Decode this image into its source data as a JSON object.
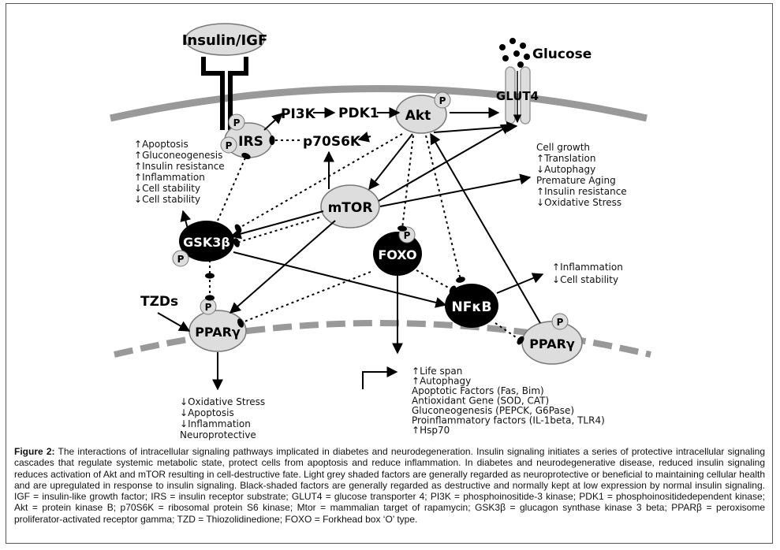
{
  "nodes": {
    "insulin": "Insulin/IGF",
    "glucose": "Glucose",
    "glut4": "GLUT4",
    "pi3k": "PI3K",
    "pdk1": "PDK1",
    "akt": "Akt",
    "p": "P",
    "irs": "IRS",
    "p70s6k": "p70S6K",
    "mtor": "mTOR",
    "gsk3b": "GSK3β",
    "foxo": "FOXO",
    "nfkb": "NFκB",
    "tzds": "TZDs",
    "ppar_left": "PPARγ",
    "ppar_right": "PPARγ"
  },
  "effects": {
    "left": [
      "Apoptosis",
      "Gluconeogenesis",
      "Insulin resistance",
      "Inflammation",
      "Cell stability",
      "Cell stability"
    ],
    "left_arrows": [
      "↑",
      "↑",
      "↑",
      "↑",
      "↓",
      "↓"
    ],
    "right_top": [
      "Cell growth",
      "Translation",
      "Autophagy",
      "Premature Aging",
      "Insulin resistance",
      "Oxidative Stress"
    ],
    "right_top_arrows": [
      "",
      "↑",
      "↓",
      "",
      "↑",
      "↓"
    ],
    "nfkb": [
      "Inflammation",
      "Cell stability"
    ],
    "nfkb_arrows": [
      "↑",
      "↓"
    ],
    "ppar": [
      "Oxidative Stress",
      "Apoptosis",
      "Inflammation",
      "Neuroprotective"
    ],
    "ppar_arrows": [
      "↓",
      "↓",
      "↓",
      ""
    ],
    "foxo": [
      "Life span",
      "Autophagy",
      "Apoptotic Factors (Fas, Bim)",
      "Antioxidant Gene (SOD, CAT)",
      "Gluconeogenesis (PEPCK, G6Pase)",
      "Proinflammatory factors (IL-1beta, TLR4)",
      "Hsp70"
    ],
    "foxo_arrows": [
      "↑",
      "↑",
      "",
      "",
      "",
      "",
      "↑"
    ]
  },
  "caption": {
    "label": "Figure 2:",
    "text": " The interactions of intracellular signaling pathways implicated in diabetes and neurodegeneration. Insulin signaling initiates a series of protective intracellular signaling cascades that regulate systemic metabolic state, protect cells from apoptosis and reduce inflammation. In diabetes and neurodegenerative disease, reduced insulin signaling reduces activation of Akt and mTOR resulting in cell-destructive fate. Light grey shaded factors are generally regarded as neuroprotective or beneficial to maintaining cellular health and are upregulated in response to insulin signaling. Black-shaded factors are generally regarded as destructive and normally kept at low expression by normal insulin signaling. IGF = insulin-like growth factor; IRS = insulin receptor substrate; GLUT4 = glucose transporter 4; PI3K = phosphoinositide-3 kinase; PDK1 = phosphoinositidedependent kinase; Akt = protein kinase B; p70S6K = ribosomal protein S6 kinase; Mtor = mammalian target of rapamycin; GSK3β = glucagon synthase kinase 3 beta; PPARβ = peroxisome proliferator-activated receptor gamma; TZD = Thiozolidinedione; FOXO = Forkhead box ‘O’ type."
  }
}
